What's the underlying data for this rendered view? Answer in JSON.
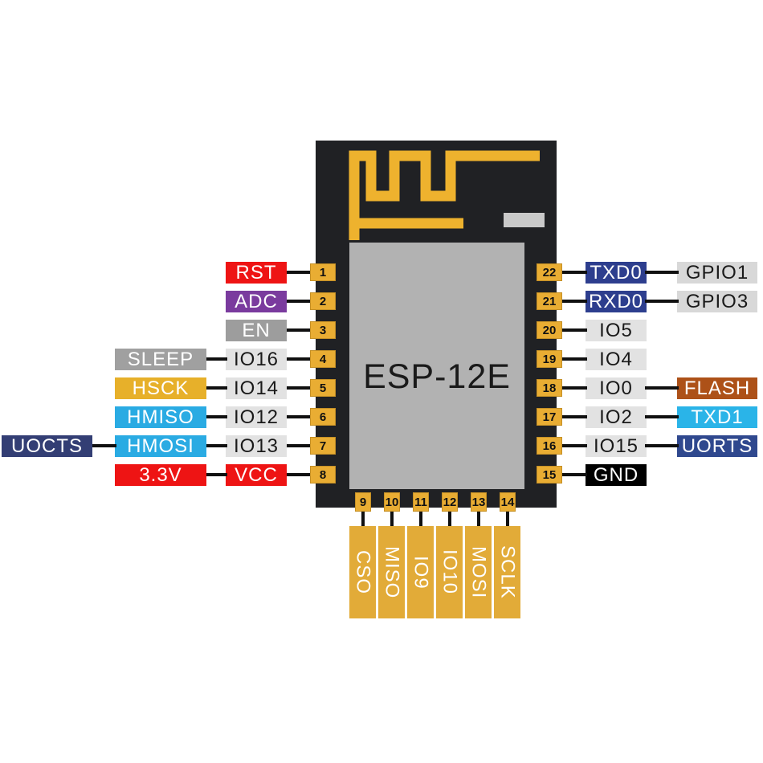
{
  "chip": {
    "label": "ESP-12E",
    "body_color": "#202124",
    "inner_color": "#b2b2b2",
    "label_color": "#1a1a1a",
    "notch_color": "#c9c9c9",
    "antenna_color": "#eeb22e",
    "pad_color": "#e9ad33",
    "bottom_label_color": "#e2ab38",
    "wire_color": "#101010"
  },
  "left_rows": [
    {
      "pin": "1",
      "boxes": [
        {
          "slot": "io",
          "text": "RST",
          "bg": "#ee1414",
          "fg": "#ffffff"
        }
      ]
    },
    {
      "pin": "2",
      "boxes": [
        {
          "slot": "io",
          "text": "ADC",
          "bg": "#7a3b9e",
          "fg": "#ffffff"
        }
      ]
    },
    {
      "pin": "3",
      "boxes": [
        {
          "slot": "io",
          "text": "EN",
          "bg": "#9d9d9d",
          "fg": "#ffffff"
        }
      ]
    },
    {
      "pin": "4",
      "boxes": [
        {
          "slot": "outer",
          "text": "SLEEP",
          "bg": "#a0a0a0",
          "fg": "#ffffff"
        },
        {
          "slot": "io",
          "text": "IO16",
          "bg": "#e2e2e2",
          "fg": "#1a1a1a"
        }
      ]
    },
    {
      "pin": "5",
      "boxes": [
        {
          "slot": "outer",
          "text": "HSCK",
          "bg": "#e7b02a",
          "fg": "#ffffff"
        },
        {
          "slot": "io",
          "text": "IO14",
          "bg": "#e2e2e2",
          "fg": "#1a1a1a"
        }
      ]
    },
    {
      "pin": "6",
      "boxes": [
        {
          "slot": "outer",
          "text": "HMISO",
          "bg": "#2aabe3",
          "fg": "#ffffff"
        },
        {
          "slot": "io",
          "text": "IO12",
          "bg": "#e2e2e2",
          "fg": "#1a1a1a"
        }
      ]
    },
    {
      "pin": "7",
      "boxes": [
        {
          "slot": "far",
          "text": "UOCTS",
          "bg": "#333e74",
          "fg": "#ffffff"
        },
        {
          "slot": "outer",
          "text": "HMOSI",
          "bg": "#2aabe3",
          "fg": "#ffffff"
        },
        {
          "slot": "io",
          "text": "IO13",
          "bg": "#e2e2e2",
          "fg": "#1a1a1a"
        }
      ]
    },
    {
      "pin": "8",
      "boxes": [
        {
          "slot": "outer",
          "text": "3.3V",
          "bg": "#ee1414",
          "fg": "#ffffff"
        },
        {
          "slot": "io",
          "text": "VCC",
          "bg": "#ee1414",
          "fg": "#ffffff"
        }
      ]
    }
  ],
  "right_rows": [
    {
      "pin": "22",
      "boxes": [
        {
          "slot": "io",
          "text": "TXD0",
          "bg": "#2d3e8e",
          "fg": "#ffffff"
        },
        {
          "slot": "far",
          "text": "GPIO1",
          "bg": "#d8d8d8",
          "fg": "#1a1a1a"
        }
      ]
    },
    {
      "pin": "21",
      "boxes": [
        {
          "slot": "io",
          "text": "RXD0",
          "bg": "#2d3e8e",
          "fg": "#ffffff"
        },
        {
          "slot": "far",
          "text": "GPIO3",
          "bg": "#d8d8d8",
          "fg": "#1a1a1a"
        }
      ]
    },
    {
      "pin": "20",
      "boxes": [
        {
          "slot": "io",
          "text": "IO5",
          "bg": "#e2e2e2",
          "fg": "#1a1a1a"
        }
      ]
    },
    {
      "pin": "19",
      "boxes": [
        {
          "slot": "io",
          "text": "IO4",
          "bg": "#e2e2e2",
          "fg": "#1a1a1a"
        }
      ]
    },
    {
      "pin": "18",
      "boxes": [
        {
          "slot": "io",
          "text": "IO0",
          "bg": "#e2e2e2",
          "fg": "#1a1a1a"
        },
        {
          "slot": "far",
          "text": "FLASH",
          "bg": "#ad5118",
          "fg": "#ffffff"
        }
      ]
    },
    {
      "pin": "17",
      "boxes": [
        {
          "slot": "io",
          "text": "IO2",
          "bg": "#e2e2e2",
          "fg": "#1a1a1a"
        },
        {
          "slot": "far",
          "text": "TXD1",
          "bg": "#2ab4e8",
          "fg": "#ffffff"
        }
      ]
    },
    {
      "pin": "16",
      "boxes": [
        {
          "slot": "io",
          "text": "IO15",
          "bg": "#e2e2e2",
          "fg": "#1a1a1a"
        },
        {
          "slot": "far",
          "text": "UORTS",
          "bg": "#2f488e",
          "fg": "#ffffff"
        }
      ]
    },
    {
      "pin": "15",
      "boxes": [
        {
          "slot": "io",
          "text": "GND",
          "bg": "#000000",
          "fg": "#ffffff"
        }
      ]
    }
  ],
  "bottom_pins": [
    {
      "pin": "9",
      "label": "CSO"
    },
    {
      "pin": "10",
      "label": "MISO"
    },
    {
      "pin": "11",
      "label": "IO9"
    },
    {
      "pin": "12",
      "label": "IO10"
    },
    {
      "pin": "13",
      "label": "MOSI"
    },
    {
      "pin": "14",
      "label": "SCLK"
    }
  ]
}
